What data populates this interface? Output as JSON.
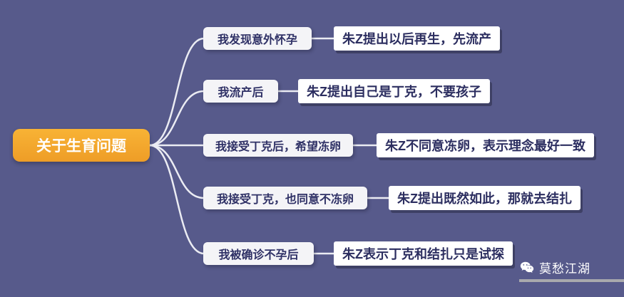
{
  "colors": {
    "background": "#575a8b",
    "root_accent": "#f5a623",
    "node_text": "#2f3166",
    "connector": "#ebecf3"
  },
  "root": {
    "label": "关于生育问题"
  },
  "branches": [
    {
      "mid": "我发现意外怀孕",
      "right": "朱Z提出以后再生，先流产"
    },
    {
      "mid": "我流产后",
      "right": "朱Z提出自己是丁克，不要孩子"
    },
    {
      "mid": "我接受丁克后，希望冻卵",
      "right": "朱Z不同意冻卵，表示理念最好一致"
    },
    {
      "mid": "我接受丁克，也同意不冻卵",
      "right": "朱Z提出既然如此，那就去结扎"
    },
    {
      "mid": "我被确诊不孕后",
      "right": "朱Z表示丁克和结扎只是试探"
    }
  ],
  "watermark": {
    "name": "莫愁江湖",
    "icon": "wechat-icon"
  }
}
